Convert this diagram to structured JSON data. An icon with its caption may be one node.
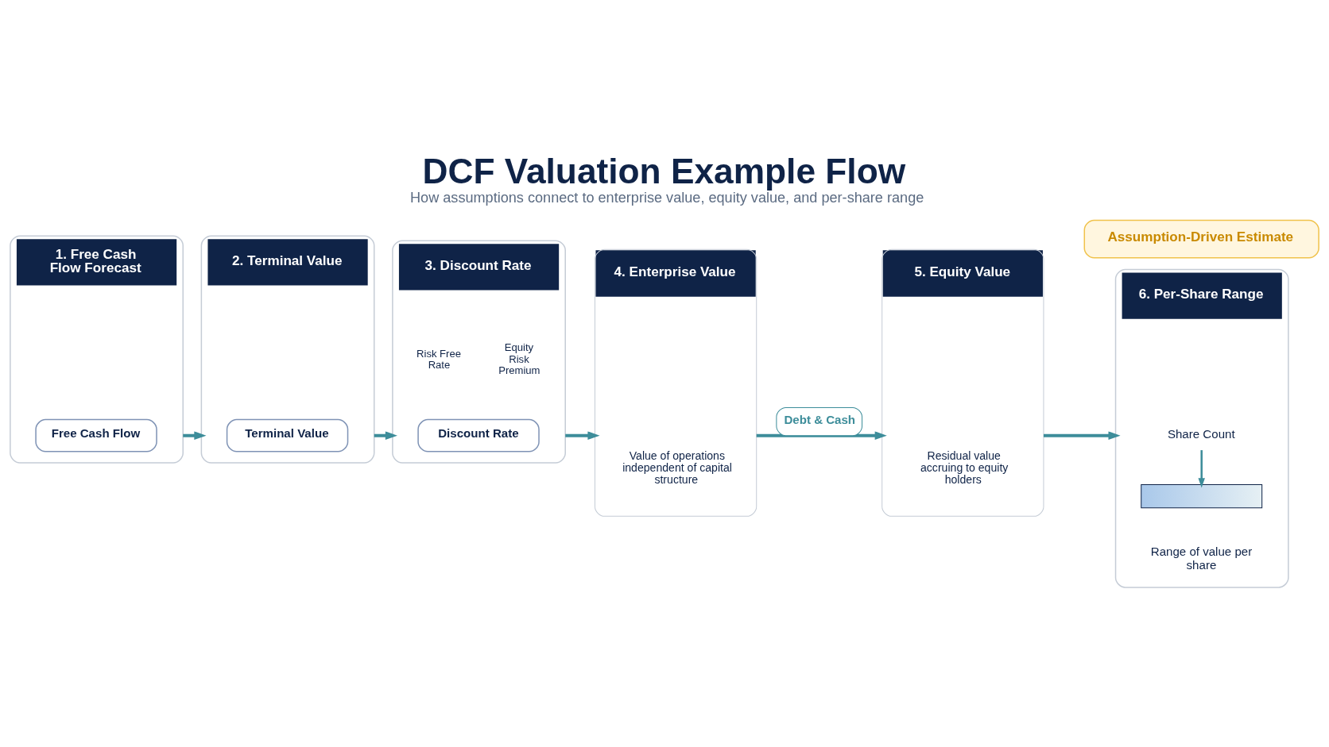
{
  "diagram": {
    "title": "DCF Valuation Example Flow",
    "caption": "How assumptions connect to enterprise value, equity value, and per-share range",
    "nodes": [
      {
        "text": [
          "1. Free Cash Flow Forecast"
        ]
      },
      {
        "text": [
          "Free Cash Flow"
        ],
        "in": 0
      },
      {
        "text": [
          "2. Terminal Value"
        ]
      },
      {
        "text": [
          "Terminal Value"
        ],
        "in": 2
      },
      {
        "text": [
          "3. Discount Rate",
          "Risk Free Rate",
          "Equity Risk Premium"
        ]
      },
      {
        "text": [
          "Discount Rate"
        ],
        "in": 4
      },
      {
        "text": [
          "4. Enterprise Value",
          "Value of operations independent of capital structure"
        ]
      },
      {
        "text": [
          "5. Equity Value",
          "Residual value accruing to equity holders"
        ]
      },
      {
        "text": [
          "6. Per-Share Range"
        ]
      },
      {
        "text": [
          "Share Count"
        ],
        "in": 8
      },
      {
        "text": [],
        "shape": "bar",
        "in": 8,
        "beside": [
          "Range of value per share"
        ]
      },
      {
        "text": [
          "Assumption-Driven Estimate"
        ]
      }
    ],
    "edges": [
      {
        "from": 0,
        "to": 2,
        "arrow": "to"
      },
      {
        "from": 2,
        "to": 4,
        "arrow": "to"
      },
      {
        "from": 4,
        "to": 6,
        "arrow": "to"
      },
      {
        "from": 6,
        "to": 7,
        "arrow": "to",
        "label": "Debt & Cash"
      },
      {
        "from": 7,
        "to": 8,
        "arrow": "to"
      },
      {
        "from": 9,
        "to": 10,
        "arrow": "to"
      }
    ]
  }
}
